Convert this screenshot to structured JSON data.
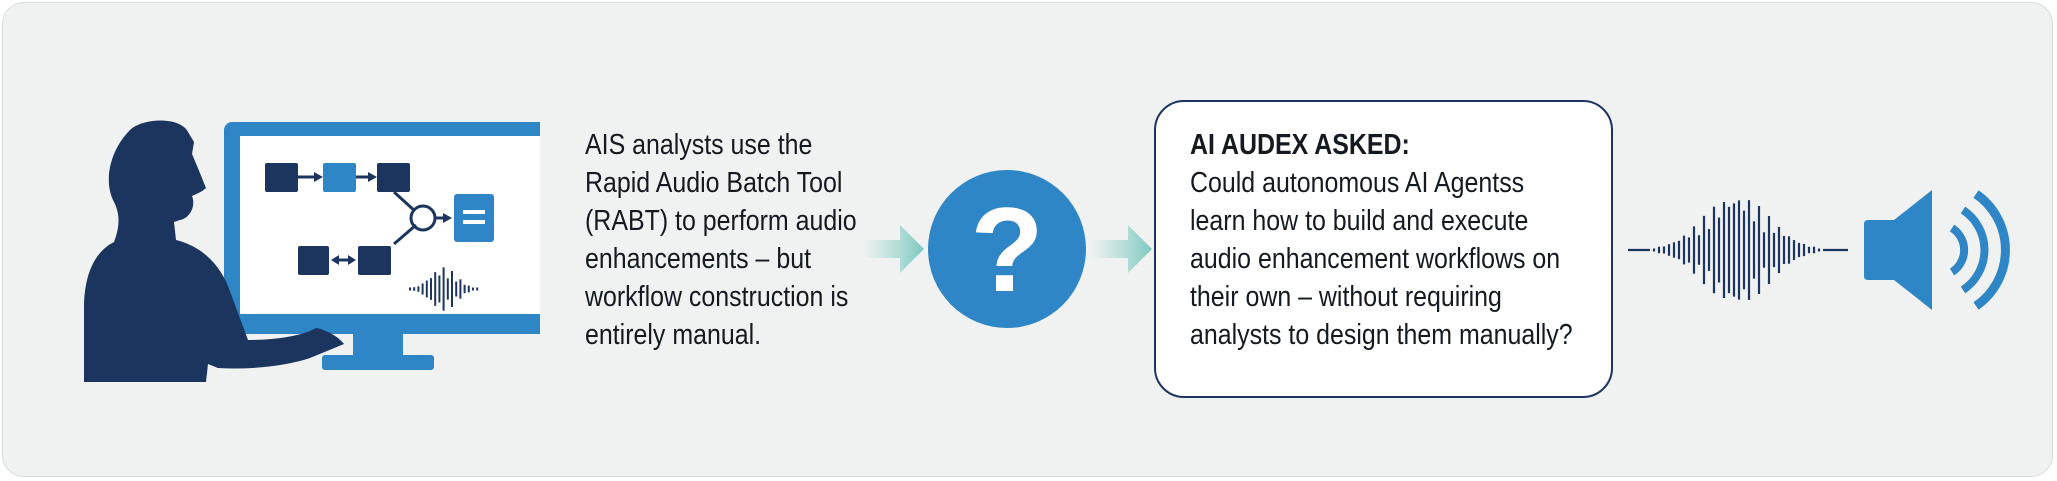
{
  "description": {
    "lines": [
      "AIS analysts use the",
      "Rapid Audio Batch Tool",
      "(RABT) to perform audio",
      "enhancements – but",
      "workflow construction is",
      "entirely manual."
    ]
  },
  "question_mark": "?",
  "question_box": {
    "title": "AI AUDEX ASKED:",
    "lines": [
      "Could autonomous AI Agentss",
      "learn how to build and execute",
      "audio enhancement workflows on",
      "their own – without requiring",
      "analysts to design them manually?"
    ]
  },
  "colors": {
    "navy": "#1b355f",
    "blue": "#2f86c6",
    "teal": "#8fd0c8",
    "panel_bg": "#f0f2f2"
  },
  "icons": [
    "analyst-at-monitor-icon",
    "workflow-diagram-icon",
    "waveform-icon",
    "speaker-icon"
  ]
}
